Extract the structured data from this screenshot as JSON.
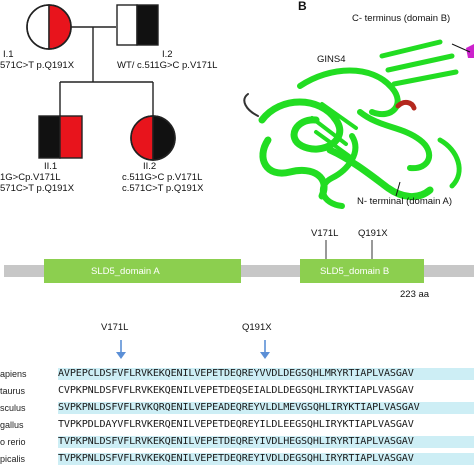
{
  "pedigree": {
    "i1": {
      "label": "I.1",
      "genotype": "571C>T p.Q191X"
    },
    "i2": {
      "label": "I.2",
      "genotype": "WT/ c.511G>C p.V171L"
    },
    "ii1": {
      "label": "II.1",
      "genotype_1": "1G>Cp.V171L",
      "genotype_2": "571C>T p.Q191X"
    },
    "ii2": {
      "label": "II.2",
      "genotype_1": "c.511G>C p.V171L",
      "genotype_2": "c.571C>T p.Q191X"
    },
    "colors": {
      "affected": "#e8141c",
      "carrier_dark": "#111111"
    }
  },
  "structure": {
    "panel_letter": "B",
    "c_terminus": "C- terminus (domain B)",
    "protein": "GINS4",
    "n_terminal": "N- terminal (domain A)",
    "colors": {
      "helix": "#22dd22",
      "highlight": "#cc22cc",
      "mutation": "#b4281e"
    }
  },
  "domain_map": {
    "domain_a": "SLD5_domain A",
    "domain_b": "SLD5_domain B",
    "length": "223 aa",
    "marker_1": "V171L",
    "marker_2": "Q191X",
    "colors": {
      "domain": "#8ccf4f",
      "backbone": "#c7c7c7"
    }
  },
  "alignment": {
    "marker_1": "V171L",
    "marker_2": "Q191X",
    "rows": [
      {
        "species": "apiens",
        "seq": "AVPEPCLDSFVFLRVKEKQENILVEPETDEQREYVVDLDEGSQHLMRYRTIAPLVASGAV"
      },
      {
        "species": "taurus",
        "seq": "CVPKPNLDSFVFLRVKEKQENILVEPETDEQSEIALDLDEGSQHLIRYKTIAPLVASGAV"
      },
      {
        "species": "sculus",
        "seq": "SVPKPNLDSFVFLRVKQRQENILVEPEADEQREYVLDLMEVGSQHLIRYKTIAPLVASGAV"
      },
      {
        "species": "gallus",
        "seq": "TVPKPDLDAYVFLRVKERQENILVEPETDEQREYILDLEEGSQHLIRYKTIAPLVASGAV"
      },
      {
        "species": "o rerio",
        "seq": "TVPKPNLDSFVFLRVKEKQENILVEPETDEQREYIVDLHEGSQHLIRYRTIAPLVASGAV"
      },
      {
        "species": "picalis",
        "seq": "TVPKPNLDSFVFLRVKEKQENILVEPETDEQREYIVDLDEGSQHLIRYRTIAPLVASGAV"
      }
    ],
    "colors": {
      "highlight": "#cdeef5",
      "arrow": "#5b8fd6"
    }
  }
}
